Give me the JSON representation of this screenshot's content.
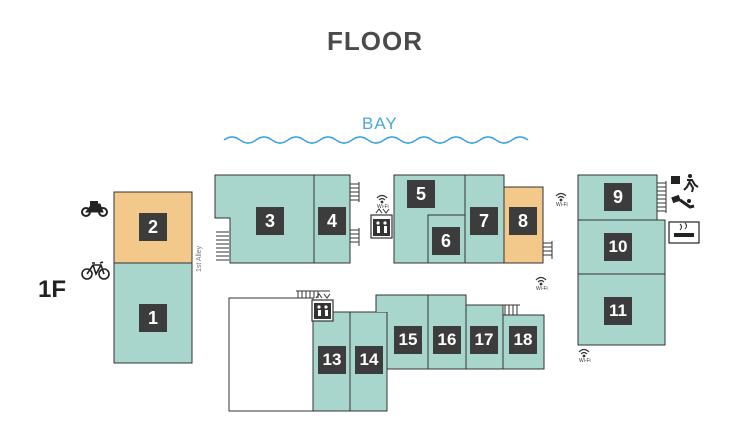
{
  "title": "FLOOR",
  "water_label": "BAY",
  "floor": "1F",
  "alley_label": "1st Alley",
  "wifi_label": "Wi-Fi",
  "colors": {
    "shop": "#a8d5cc",
    "highlight": "#f2c98b",
    "outline": "#333333",
    "water": "#4aa8d8"
  },
  "units": [
    {
      "id": "unit-1",
      "label": "1",
      "highlight": false
    },
    {
      "id": "unit-2",
      "label": "2",
      "highlight": true
    },
    {
      "id": "unit-3",
      "label": "3",
      "highlight": false
    },
    {
      "id": "unit-4",
      "label": "4",
      "highlight": false
    },
    {
      "id": "unit-5",
      "label": "5",
      "highlight": false
    },
    {
      "id": "unit-6",
      "label": "6",
      "highlight": false
    },
    {
      "id": "unit-7",
      "label": "7",
      "highlight": false
    },
    {
      "id": "unit-8",
      "label": "8",
      "highlight": true
    },
    {
      "id": "unit-9",
      "label": "9",
      "highlight": false
    },
    {
      "id": "unit-10",
      "label": "10",
      "highlight": false
    },
    {
      "id": "unit-11",
      "label": "11",
      "highlight": false
    },
    {
      "id": "unit-13",
      "label": "13",
      "highlight": false
    },
    {
      "id": "unit-14",
      "label": "14",
      "highlight": false
    },
    {
      "id": "unit-15",
      "label": "15",
      "highlight": false
    },
    {
      "id": "unit-16",
      "label": "16",
      "highlight": false
    },
    {
      "id": "unit-17",
      "label": "17",
      "highlight": false
    },
    {
      "id": "unit-18",
      "label": "18",
      "highlight": false
    }
  ],
  "icons": [
    "motorcycle-parking-icon",
    "bicycle-parking-icon",
    "elevator-icon",
    "wifi-icon",
    "emergency-exit-icon",
    "smoking-area-icon",
    "stairs-icon"
  ]
}
